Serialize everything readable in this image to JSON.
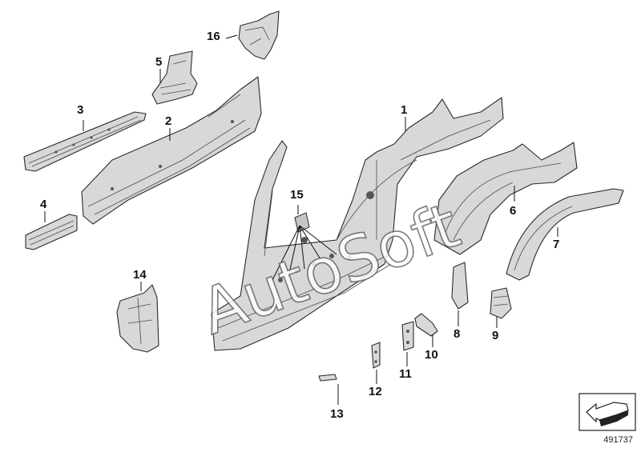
{
  "callouts": [
    {
      "id": "1",
      "label": "1"
    },
    {
      "id": "2",
      "label": "2"
    },
    {
      "id": "3",
      "label": "3"
    },
    {
      "id": "4",
      "label": "4"
    },
    {
      "id": "5",
      "label": "5"
    },
    {
      "id": "6",
      "label": "6"
    },
    {
      "id": "7",
      "label": "7"
    },
    {
      "id": "8",
      "label": "8"
    },
    {
      "id": "9",
      "label": "9"
    },
    {
      "id": "10",
      "label": "10"
    },
    {
      "id": "11",
      "label": "11"
    },
    {
      "id": "12",
      "label": "12"
    },
    {
      "id": "13",
      "label": "13"
    },
    {
      "id": "14",
      "label": "14"
    },
    {
      "id": "15",
      "label": "15"
    },
    {
      "id": "16",
      "label": "16"
    }
  ],
  "watermark": "AutoSoft",
  "reference_number": "491737",
  "icons": {
    "orientation": "orientation-arrow-icon"
  },
  "colors": {
    "part_fill": "#d7d9d6",
    "outline": "#2a2a2a",
    "text": "#111111"
  }
}
